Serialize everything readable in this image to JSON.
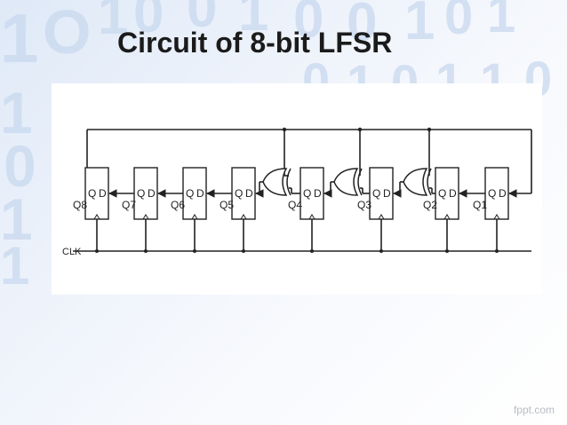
{
  "slide": {
    "title": "Circuit of 8-bit LFSR"
  },
  "background_digits": [
    "1",
    "O",
    "1",
    "0",
    "0",
    "1",
    "0",
    "0",
    "1",
    "0",
    "1",
    "1",
    "0",
    "1",
    "1",
    "0",
    "1",
    "0",
    "1",
    "1",
    "0"
  ],
  "diagram": {
    "clock_label": "CLK",
    "flip_flops": [
      {
        "q": "Q",
        "d": "D",
        "out": "Q8"
      },
      {
        "q": "Q",
        "d": "D",
        "out": "Q7"
      },
      {
        "q": "Q",
        "d": "D",
        "out": "Q6"
      },
      {
        "q": "Q",
        "d": "D",
        "out": "Q5"
      },
      {
        "q": "Q",
        "d": "D",
        "out": "Q4"
      },
      {
        "q": "Q",
        "d": "D",
        "out": "Q3"
      },
      {
        "q": "Q",
        "d": "D",
        "out": "Q2"
      },
      {
        "q": "Q",
        "d": "D",
        "out": "Q1"
      }
    ],
    "gates": [
      "xor-gate",
      "xor-gate",
      "xor-gate"
    ]
  },
  "watermark": "fppt.com"
}
